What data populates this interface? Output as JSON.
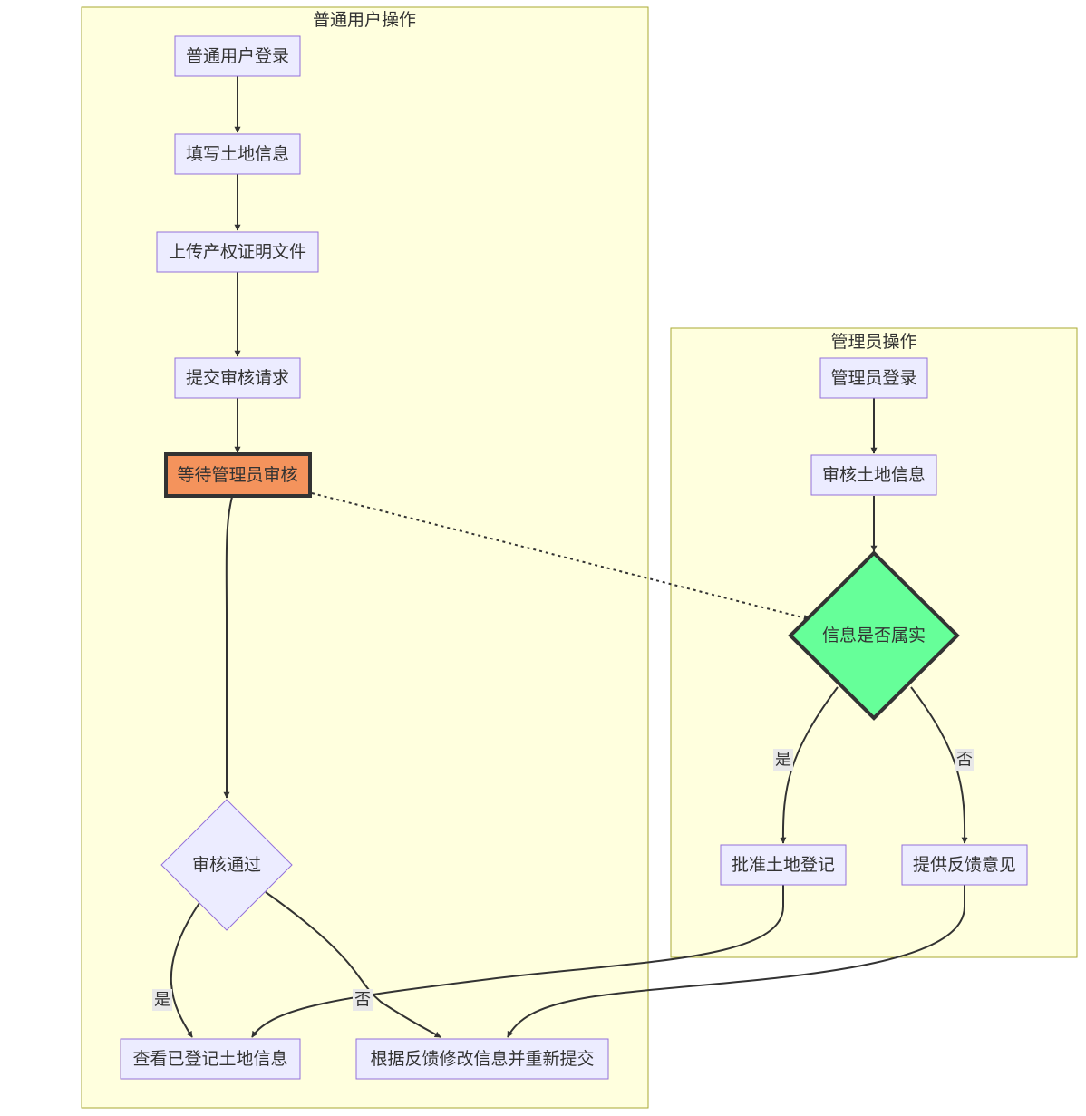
{
  "clusters": {
    "user": {
      "title": "普通用户操作"
    },
    "admin": {
      "title": "管理员操作"
    }
  },
  "nodes": {
    "user_login": "普通用户登录",
    "fill_info": "填写土地信息",
    "upload_docs": "上传产权证明文件",
    "submit_review": "提交审核请求",
    "wait_review": "等待管理员审核",
    "review_passed": "审核通过",
    "view_info": "查看已登记土地信息",
    "modify_resubmit": "根据反馈修改信息并重新提交",
    "admin_login": "管理员登录",
    "review_info": "审核土地信息",
    "info_true": "信息是否属实",
    "approve": "批准土地登记",
    "feedback": "提供反馈意见"
  },
  "edge_labels": {
    "passed_yes": "是",
    "passed_no": "否",
    "true_yes": "是",
    "true_no": "否"
  },
  "colors": {
    "cluster_fill": "#ffffde",
    "cluster_stroke": "#aaaa33",
    "node_fill": "#ececff",
    "node_stroke": "#9370db",
    "wait_fill": "#f4935c",
    "decision_fill": "#66ff99",
    "edge": "#333333"
  }
}
